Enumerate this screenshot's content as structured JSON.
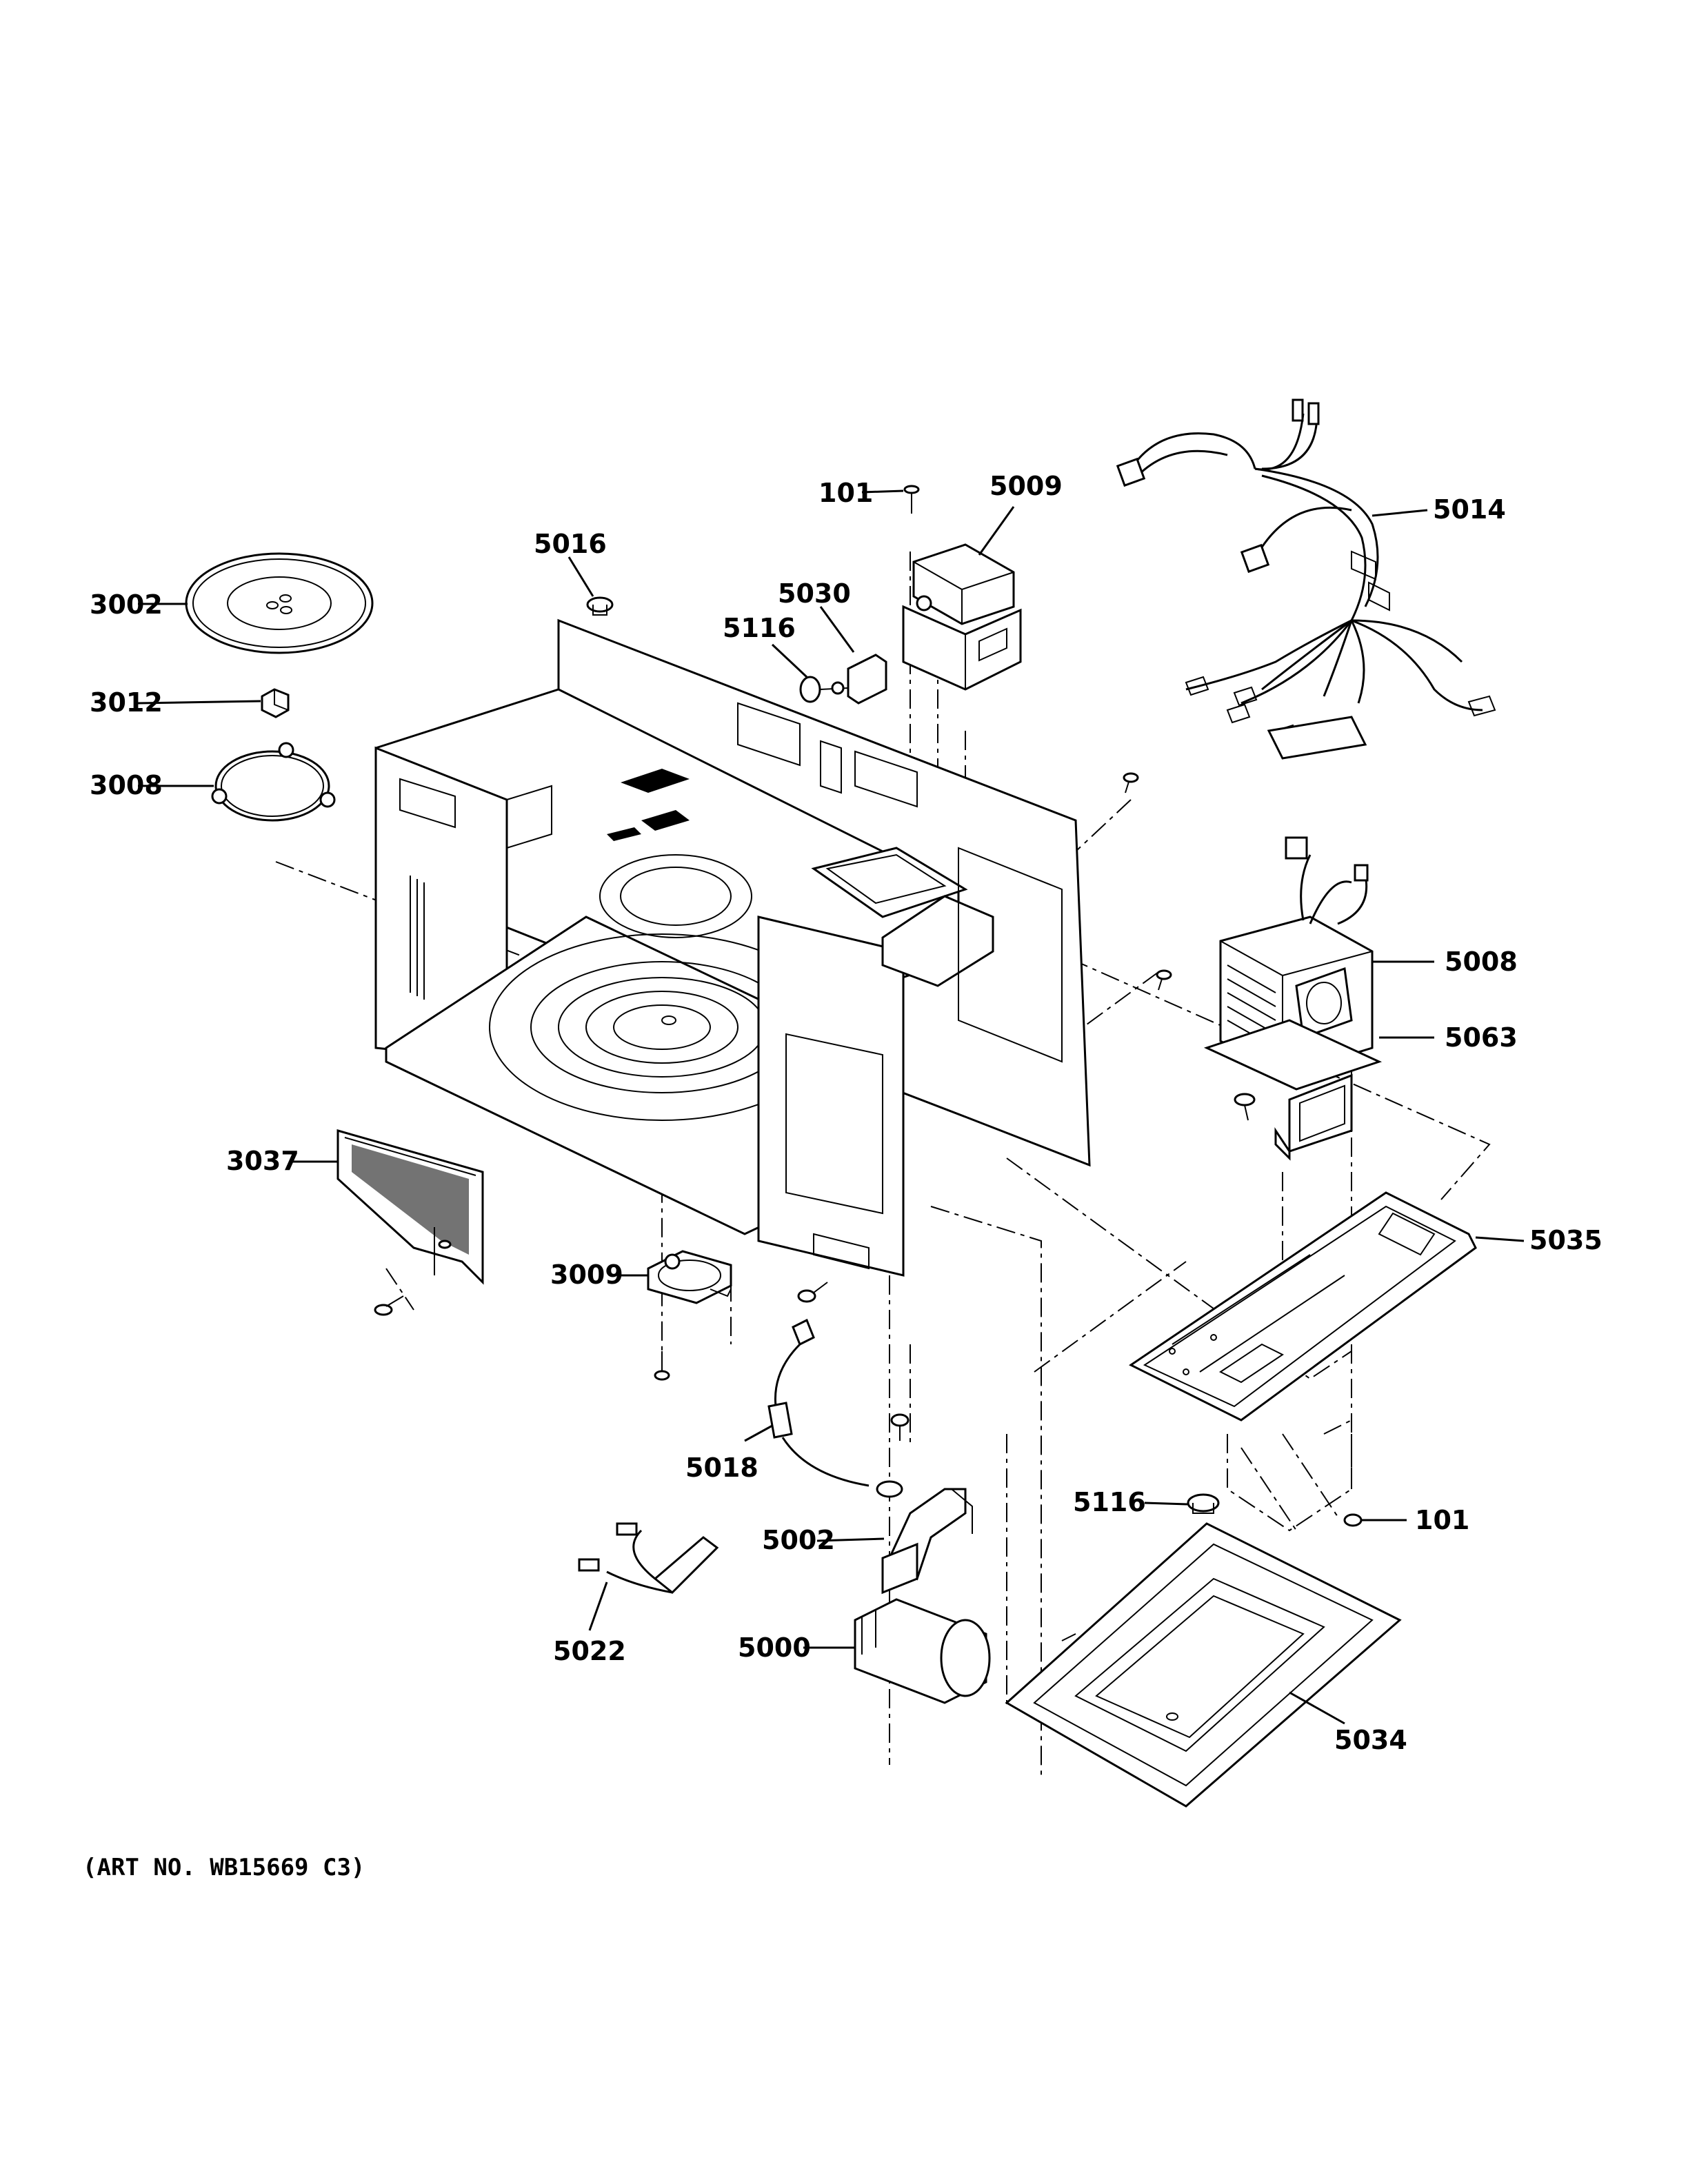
{
  "labels": {
    "p101_top": "101",
    "p5009": "5009",
    "p5014": "5014",
    "p5016": "5016",
    "p5030": "5030",
    "p5116_top": "5116",
    "p3002": "3002",
    "p3012": "3012",
    "p3008": "3008",
    "p5008": "5008",
    "p5063": "5063",
    "p3037": "3037",
    "p5035": "5035",
    "p3009": "3009",
    "p5018": "5018",
    "p5116_bottom": "5116",
    "p101_bottom": "101",
    "p5002": "5002",
    "p5022": "5022",
    "p5000": "5000",
    "p5034": "5034"
  },
  "footer": {
    "art_number": "(ART NO. WB15669 C3)"
  }
}
